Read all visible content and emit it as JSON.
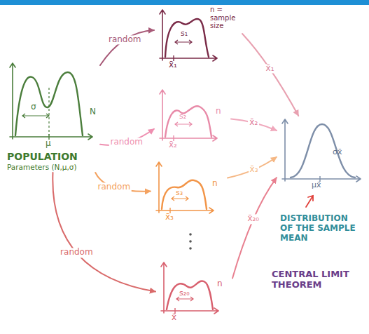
{
  "diagram": {
    "nodes": [
      {
        "text": [
          "σ",
          "μ",
          "N",
          "POPULATION",
          "Parameters (N,μ,σ)"
        ]
      },
      {
        "text": [
          "n = sample size",
          "s₁",
          "x̄₁"
        ]
      },
      {
        "text": [
          "s₂",
          "n",
          "x̄₂"
        ]
      },
      {
        "text": [
          "s₃",
          "n",
          "x̄₃"
        ]
      },
      {
        "text": [
          "s₂₀",
          "n",
          "x̄"
        ]
      },
      {
        "text": [
          "σx̄",
          "μx̄",
          "DISTRIBUTION OF THE SAMPLE MEAN"
        ]
      }
    ],
    "edges": [
      {
        "from": 0,
        "to": 1,
        "label": "random",
        "arrow": "to"
      },
      {
        "from": 0,
        "to": 2,
        "label": "random",
        "arrow": "to"
      },
      {
        "from": 0,
        "to": 3,
        "label": "random",
        "arrow": "to"
      },
      {
        "from": 0,
        "to": 4,
        "label": "random",
        "arrow": "to"
      },
      {
        "from": 1,
        "to": 5,
        "label": "x̄₁",
        "arrow": "to"
      },
      {
        "from": 2,
        "to": 5,
        "label": "x̄₂",
        "arrow": "to"
      },
      {
        "from": 3,
        "to": 5,
        "label": "x̄₃",
        "arrow": "to"
      },
      {
        "from": 4,
        "to": 5,
        "label": "x̄₂₀",
        "arrow": "to"
      }
    ],
    "labels": [
      "CENTRAL LIMIT THEOREM"
    ]
  }
}
